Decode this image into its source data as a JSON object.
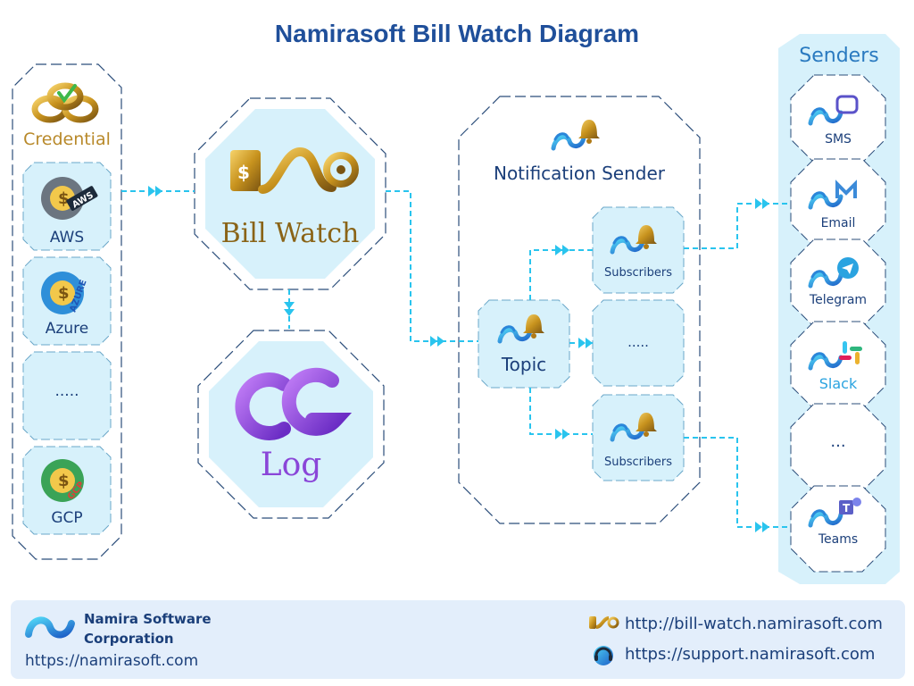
{
  "title": "Namirasoft Bill Watch Diagram",
  "credential": {
    "label": "Credential",
    "clouds": [
      {
        "label": "AWS",
        "badge": "AWS"
      },
      {
        "label": "Azure",
        "badge": "AZURE"
      },
      {
        "label": "....."
      },
      {
        "label": "GCP",
        "badge": "GCP"
      }
    ]
  },
  "bill_watch": {
    "label": "Bill Watch"
  },
  "log": {
    "label": "Log"
  },
  "notification": {
    "label": "Notification Sender",
    "topic": "Topic",
    "subscribers_top": "Subscribers",
    "subscribers_middle": ".....",
    "subscribers_bottom": "Subscribers"
  },
  "senders": {
    "title": "Senders",
    "items": [
      {
        "label": "SMS",
        "icon": "sms-icon"
      },
      {
        "label": "Email",
        "icon": "email-icon"
      },
      {
        "label": "Telegram",
        "icon": "telegram-icon"
      },
      {
        "label": "Slack",
        "icon": "slack-icon"
      },
      {
        "label": "..."
      },
      {
        "label": "Teams",
        "icon": "teams-icon"
      }
    ]
  },
  "footer": {
    "company_line1": "Namira Software",
    "company_line2": "Corporation",
    "company_url": "https://namirasoft.com",
    "bill_watch_url": "http://bill-watch.namirasoft.com",
    "support_url": "https://support.namirasoft.com"
  },
  "colors": {
    "title": "#1f4f9a",
    "flow_line": "#29c4ee",
    "panel_fill": "#d7f1fb",
    "gold": "#c8931e",
    "purple": "#8a46d8",
    "footer_bg": "#e3eefb"
  }
}
